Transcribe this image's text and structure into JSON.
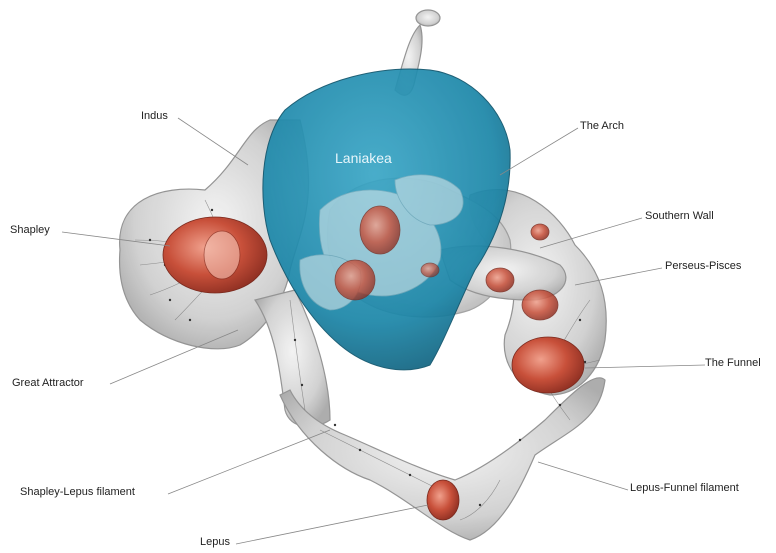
{
  "diagram": {
    "inner_label": "Laniakea",
    "labels": {
      "indus": "Indus",
      "the_arch": "The Arch",
      "shapley": "Shapley",
      "southern_wall": "Southern Wall",
      "perseus_pisces": "Perseus-Pisces",
      "great_attractor": "Great Attractor",
      "the_funnel": "The Funnel",
      "shapley_lepus": "Shapley-Lepus filament",
      "lepus_funnel": "Lepus-Funnel filament",
      "lepus": "Lepus"
    }
  },
  "colors": {
    "basin": "#1b86a8",
    "filament": "#d9d9d9",
    "cluster": "#c8503a",
    "leader": "#888888"
  }
}
